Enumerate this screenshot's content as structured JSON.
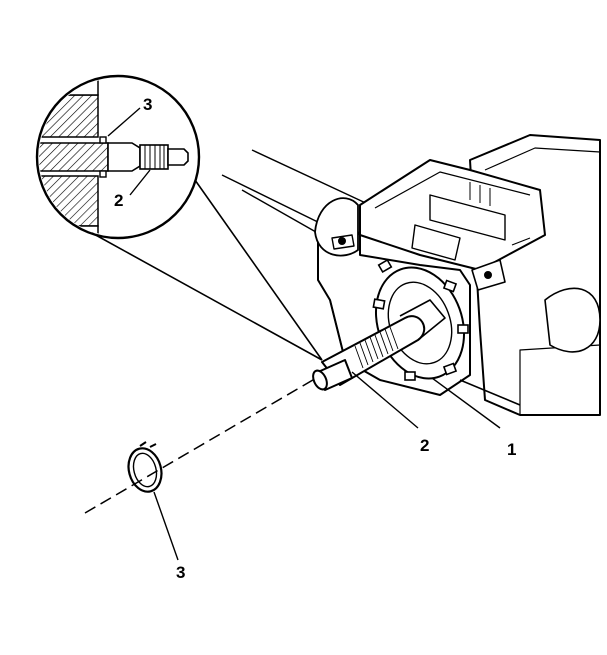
{
  "figure": {
    "callouts": {
      "main_1": "1",
      "main_2": "2",
      "main_3": "3",
      "inset_3": "3",
      "inset_2": "2"
    }
  }
}
